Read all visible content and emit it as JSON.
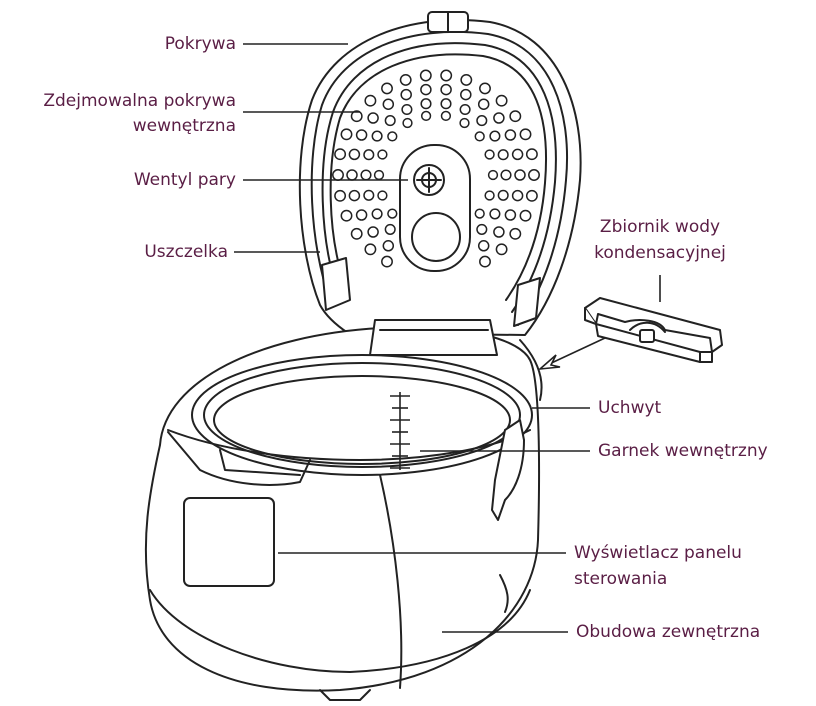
{
  "labels": {
    "lid": "Pokrywa",
    "inner_lid_1": "Zdejmowalna pokrywa",
    "inner_lid_2": "wewnętrzna",
    "steam_valve": "Wentyl pary",
    "gasket": "Uszczelka",
    "condensation_1": "Zbiornik wody",
    "condensation_2": "kondensacyjnej",
    "handle": "Uchwyt",
    "inner_pot": "Garnek wewnętrzny",
    "display_1": "Wyświetlacz panelu",
    "display_2": "sterowania",
    "housing": "Obudowa zewnętrzna"
  },
  "colors": {
    "label_text": "#5a1e45",
    "line_art": "#222222"
  }
}
